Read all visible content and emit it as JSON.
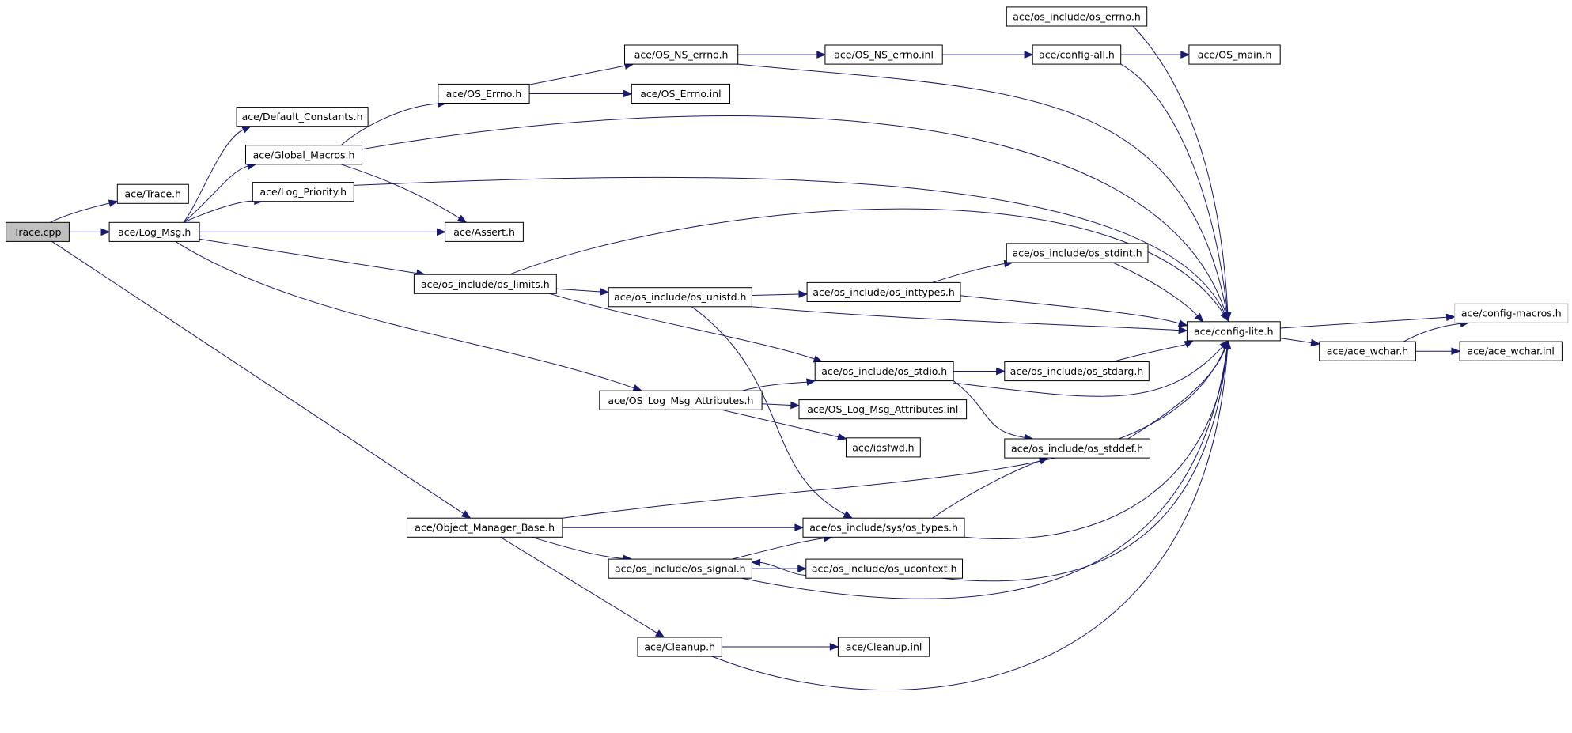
{
  "diagram": {
    "type": "include-dependency-graph",
    "edge_color": "#191970",
    "root_fill": "#bfbfbf",
    "external_border": "#bfbfbf",
    "nodes": [
      {
        "id": "trace_cpp",
        "label": "Trace.cpp",
        "root": true
      },
      {
        "id": "trace_h",
        "label": "ace/Trace.h"
      },
      {
        "id": "log_msg_h",
        "label": "ace/Log_Msg.h"
      },
      {
        "id": "default_constants_h",
        "label": "ace/Default_Constants.h"
      },
      {
        "id": "global_macros_h",
        "label": "ace/Global_Macros.h"
      },
      {
        "id": "log_priority_h",
        "label": "ace/Log_Priority.h"
      },
      {
        "id": "os_errno_h",
        "label": "ace/OS_Errno.h"
      },
      {
        "id": "os_errno_inl",
        "label": "ace/OS_Errno.inl"
      },
      {
        "id": "os_ns_errno_h",
        "label": "ace/OS_NS_errno.h"
      },
      {
        "id": "os_ns_errno_inl",
        "label": "ace/OS_NS_errno.inl"
      },
      {
        "id": "os_include_os_errno_h",
        "label": "ace/os_include/os_errno.h"
      },
      {
        "id": "config_all_h",
        "label": "ace/config-all.h"
      },
      {
        "id": "os_main_h",
        "label": "ace/OS_main.h"
      },
      {
        "id": "assert_h",
        "label": "ace/Assert.h"
      },
      {
        "id": "os_limits_h",
        "label": "ace/os_include/os_limits.h"
      },
      {
        "id": "os_unistd_h",
        "label": "ace/os_include/os_unistd.h"
      },
      {
        "id": "os_inttypes_h",
        "label": "ace/os_include/os_inttypes.h"
      },
      {
        "id": "os_stdint_h",
        "label": "ace/os_include/os_stdint.h"
      },
      {
        "id": "config_lite_h",
        "label": "ace/config-lite.h"
      },
      {
        "id": "config_macros_h",
        "label": "ace/config-macros.h",
        "external": true
      },
      {
        "id": "ace_wchar_h",
        "label": "ace/ace_wchar.h"
      },
      {
        "id": "ace_wchar_inl",
        "label": "ace/ace_wchar.inl"
      },
      {
        "id": "os_stdio_h",
        "label": "ace/os_include/os_stdio.h"
      },
      {
        "id": "os_stdarg_h",
        "label": "ace/os_include/os_stdarg.h"
      },
      {
        "id": "os_log_msg_attributes_h",
        "label": "ace/OS_Log_Msg_Attributes.h"
      },
      {
        "id": "os_log_msg_attributes_inl",
        "label": "ace/OS_Log_Msg_Attributes.inl"
      },
      {
        "id": "iosfwd_h",
        "label": "ace/iosfwd.h"
      },
      {
        "id": "os_stddef_h",
        "label": "ace/os_include/os_stddef.h"
      },
      {
        "id": "object_manager_base_h",
        "label": "ace/Object_Manager_Base.h"
      },
      {
        "id": "os_types_h",
        "label": "ace/os_include/sys/os_types.h"
      },
      {
        "id": "os_signal_h",
        "label": "ace/os_include/os_signal.h"
      },
      {
        "id": "os_ucontext_h",
        "label": "ace/os_include/os_ucontext.h"
      },
      {
        "id": "cleanup_h",
        "label": "ace/Cleanup.h"
      },
      {
        "id": "cleanup_inl",
        "label": "ace/Cleanup.inl"
      }
    ],
    "edges": [
      [
        "trace_cpp",
        "trace_h"
      ],
      [
        "trace_cpp",
        "log_msg_h"
      ],
      [
        "trace_cpp",
        "object_manager_base_h"
      ],
      [
        "log_msg_h",
        "default_constants_h"
      ],
      [
        "log_msg_h",
        "global_macros_h"
      ],
      [
        "log_msg_h",
        "log_priority_h"
      ],
      [
        "log_msg_h",
        "assert_h"
      ],
      [
        "log_msg_h",
        "os_limits_h"
      ],
      [
        "log_msg_h",
        "os_log_msg_attributes_h"
      ],
      [
        "global_macros_h",
        "os_errno_h"
      ],
      [
        "global_macros_h",
        "assert_h"
      ],
      [
        "global_macros_h",
        "config_lite_h"
      ],
      [
        "log_priority_h",
        "config_lite_h"
      ],
      [
        "os_errno_h",
        "os_ns_errno_h"
      ],
      [
        "os_errno_h",
        "os_errno_inl"
      ],
      [
        "os_ns_errno_h",
        "os_ns_errno_inl"
      ],
      [
        "os_ns_errno_h",
        "config_lite_h"
      ],
      [
        "os_ns_errno_inl",
        "config_all_h"
      ],
      [
        "config_all_h",
        "os_main_h"
      ],
      [
        "config_all_h",
        "config_lite_h"
      ],
      [
        "os_include_os_errno_h",
        "config_lite_h"
      ],
      [
        "os_limits_h",
        "config_lite_h"
      ],
      [
        "os_limits_h",
        "os_unistd_h"
      ],
      [
        "os_limits_h",
        "os_stdio_h"
      ],
      [
        "os_unistd_h",
        "os_inttypes_h"
      ],
      [
        "os_unistd_h",
        "config_lite_h"
      ],
      [
        "os_unistd_h",
        "os_types_h"
      ],
      [
        "os_inttypes_h",
        "os_stdint_h"
      ],
      [
        "os_inttypes_h",
        "config_lite_h"
      ],
      [
        "os_stdint_h",
        "config_lite_h"
      ],
      [
        "config_lite_h",
        "config_macros_h"
      ],
      [
        "config_lite_h",
        "ace_wchar_h"
      ],
      [
        "ace_wchar_h",
        "config_macros_h"
      ],
      [
        "ace_wchar_h",
        "ace_wchar_inl"
      ],
      [
        "os_stdio_h",
        "os_stdarg_h"
      ],
      [
        "os_stdio_h",
        "os_stddef_h"
      ],
      [
        "os_stdio_h",
        "config_lite_h"
      ],
      [
        "os_stdarg_h",
        "config_lite_h"
      ],
      [
        "os_log_msg_attributes_h",
        "os_stdio_h"
      ],
      [
        "os_log_msg_attributes_h",
        "os_log_msg_attributes_inl"
      ],
      [
        "os_log_msg_attributes_h",
        "iosfwd_h"
      ],
      [
        "os_stddef_h",
        "config_lite_h"
      ],
      [
        "os_types_h",
        "os_stddef_h"
      ],
      [
        "os_types_h",
        "config_lite_h"
      ],
      [
        "object_manager_base_h",
        "os_types_h"
      ],
      [
        "object_manager_base_h",
        "config_lite_h"
      ],
      [
        "object_manager_base_h",
        "os_signal_h"
      ],
      [
        "object_manager_base_h",
        "cleanup_h"
      ],
      [
        "os_signal_h",
        "os_types_h"
      ],
      [
        "os_signal_h",
        "os_ucontext_h"
      ],
      [
        "os_signal_h",
        "config_lite_h"
      ],
      [
        "os_ucontext_h",
        "os_signal_h"
      ],
      [
        "os_ucontext_h",
        "config_lite_h"
      ],
      [
        "cleanup_h",
        "cleanup_inl"
      ],
      [
        "cleanup_h",
        "config_lite_h"
      ]
    ]
  }
}
